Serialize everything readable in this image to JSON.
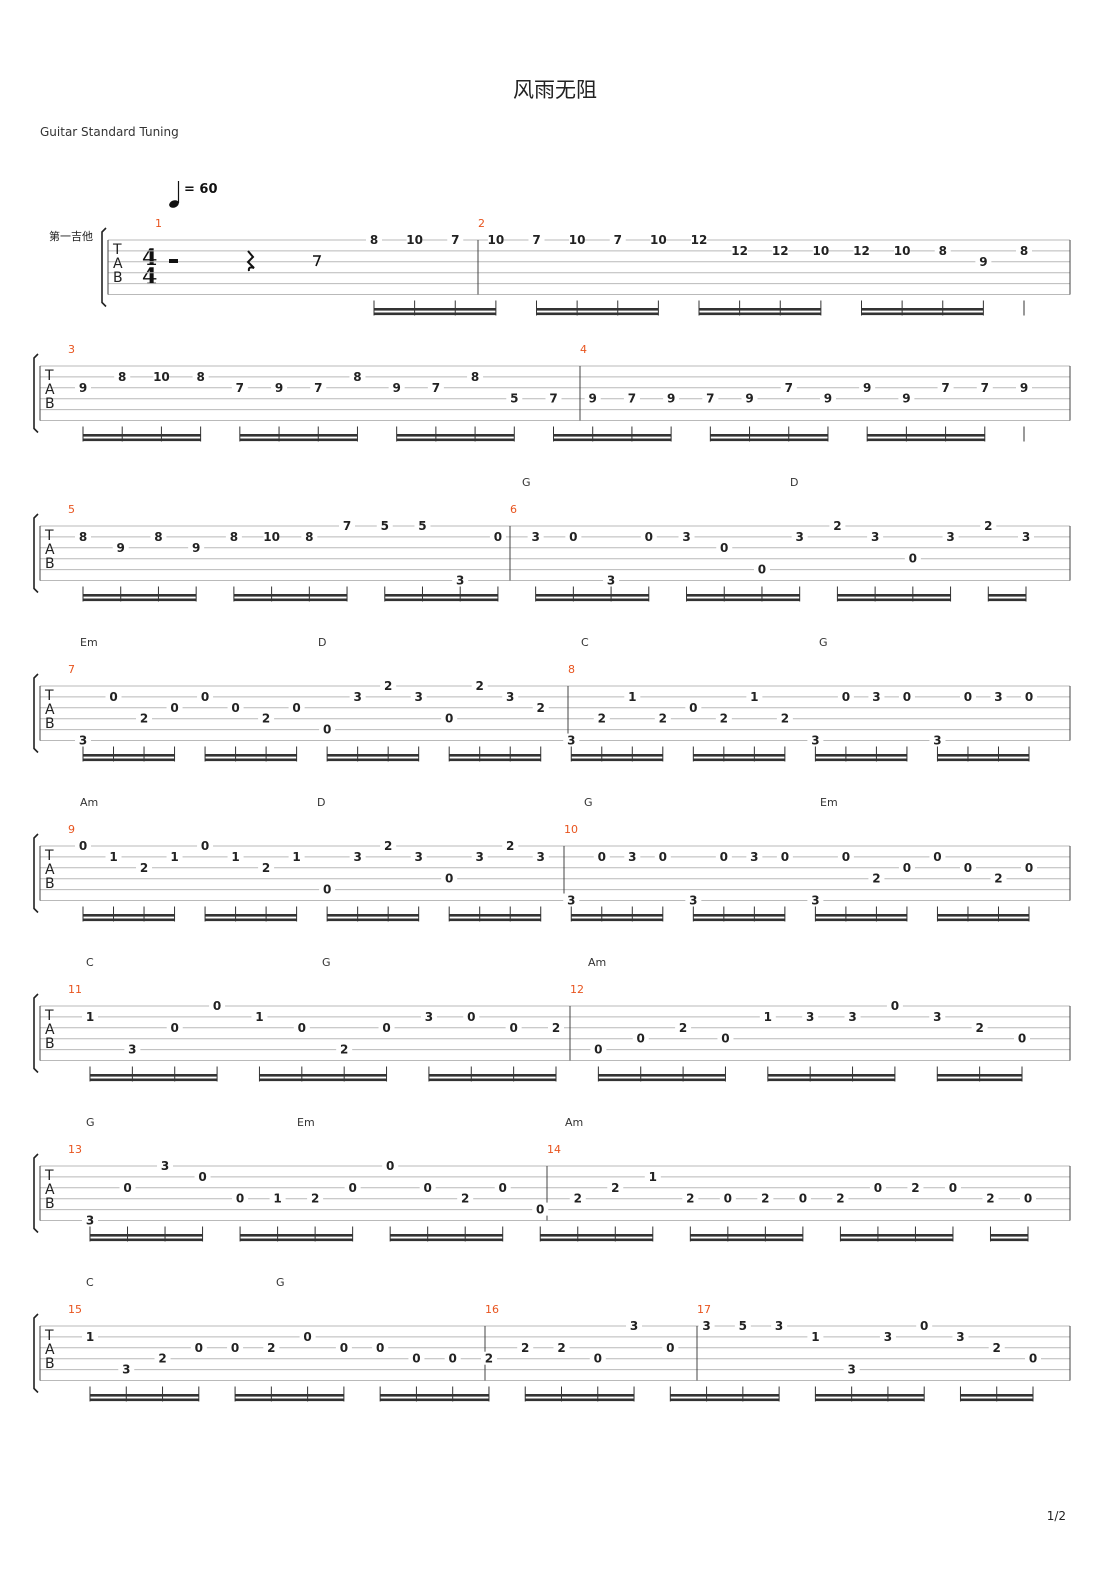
{
  "title": "风雨无阻",
  "tuning": "Guitar Standard Tuning",
  "instrument": "第一吉他",
  "tempo": "= 60",
  "time_signature": [
    "4",
    "4"
  ],
  "tab_letters": [
    "T",
    "A",
    "B"
  ],
  "page": "1/2",
  "systems": [
    {
      "measures": [
        1,
        2
      ],
      "chords": [],
      "notes": [
        {
          "s": 1,
          "f": "8"
        },
        {
          "s": 1,
          "f": "10"
        },
        {
          "s": 1,
          "f": "7"
        },
        {
          "s": 1,
          "f": "10"
        },
        {
          "s": 1,
          "f": "7"
        },
        {
          "s": 1,
          "f": "10"
        },
        {
          "s": 1,
          "f": "7"
        },
        {
          "s": 1,
          "f": "10"
        },
        {
          "s": 1,
          "f": "12"
        },
        {
          "s": 2,
          "f": "12"
        },
        {
          "s": 2,
          "f": "12"
        },
        {
          "s": 2,
          "f": "10"
        },
        {
          "s": 2,
          "f": "12"
        },
        {
          "s": 2,
          "f": "10"
        },
        {
          "s": 2,
          "f": "8"
        },
        {
          "s": 3,
          "f": "9"
        },
        {
          "s": 2,
          "f": "8"
        }
      ]
    },
    {
      "measures": [
        3,
        4
      ],
      "chords": [],
      "notes": [
        {
          "s": 3,
          "f": "9"
        },
        {
          "s": 2,
          "f": "8"
        },
        {
          "s": 2,
          "f": "10"
        },
        {
          "s": 2,
          "f": "8"
        },
        {
          "s": 3,
          "f": "7"
        },
        {
          "s": 3,
          "f": "9"
        },
        {
          "s": 3,
          "f": "7"
        },
        {
          "s": 2,
          "f": "8"
        },
        {
          "s": 3,
          "f": "9"
        },
        {
          "s": 3,
          "f": "7"
        },
        {
          "s": 2,
          "f": "8"
        },
        {
          "s": 4,
          "f": "5"
        },
        {
          "s": 4,
          "f": "7"
        },
        {
          "s": 4,
          "f": "9"
        },
        {
          "s": 4,
          "f": "7"
        },
        {
          "s": 4,
          "f": "9"
        },
        {
          "s": 4,
          "f": "7"
        },
        {
          "s": 4,
          "f": "9"
        },
        {
          "s": 3,
          "f": "7"
        },
        {
          "s": 4,
          "f": "9"
        },
        {
          "s": 3,
          "f": "9"
        },
        {
          "s": 4,
          "f": "9"
        },
        {
          "s": 3,
          "f": "7"
        },
        {
          "s": 3,
          "f": "7"
        },
        {
          "s": 3,
          "f": "9"
        }
      ]
    },
    {
      "measures": [
        5,
        6
      ],
      "chords": [
        "G",
        "D"
      ],
      "notes": [
        {
          "s": 2,
          "f": "8"
        },
        {
          "s": 3,
          "f": "9"
        },
        {
          "s": 2,
          "f": "8"
        },
        {
          "s": 3,
          "f": "9"
        },
        {
          "s": 2,
          "f": "8"
        },
        {
          "s": 2,
          "f": "10"
        },
        {
          "s": 2,
          "f": "8"
        },
        {
          "s": 1,
          "f": "7"
        },
        {
          "s": 1,
          "f": "5"
        },
        {
          "s": 1,
          "f": "5"
        },
        {
          "s": 6,
          "f": "3"
        },
        {
          "s": 2,
          "f": "0"
        },
        {
          "s": 2,
          "f": "3"
        },
        {
          "s": 2,
          "f": "0"
        },
        {
          "s": 6,
          "f": "3"
        },
        {
          "s": 2,
          "f": "0"
        },
        {
          "s": 2,
          "f": "3"
        },
        {
          "s": 3,
          "f": "0"
        },
        {
          "s": 5,
          "f": "0"
        },
        {
          "s": 2,
          "f": "3"
        },
        {
          "s": 1,
          "f": "2"
        },
        {
          "s": 2,
          "f": "3"
        },
        {
          "s": 4,
          "f": "0"
        },
        {
          "s": 2,
          "f": "3"
        },
        {
          "s": 1,
          "f": "2"
        },
        {
          "s": 2,
          "f": "3"
        }
      ]
    },
    {
      "measures": [
        7,
        8
      ],
      "chords": [
        "Em",
        "D",
        "C",
        "G"
      ],
      "notes": [
        {
          "s": 6,
          "f": "3"
        },
        {
          "s": 2,
          "f": "0"
        },
        {
          "s": 4,
          "f": "2"
        },
        {
          "s": 3,
          "f": "0"
        },
        {
          "s": 2,
          "f": "0"
        },
        {
          "s": 3,
          "f": "0"
        },
        {
          "s": 4,
          "f": "2"
        },
        {
          "s": 3,
          "f": "0"
        },
        {
          "s": 5,
          "f": "0"
        },
        {
          "s": 2,
          "f": "3"
        },
        {
          "s": 1,
          "f": "2"
        },
        {
          "s": 2,
          "f": "3"
        },
        {
          "s": 4,
          "f": "0"
        },
        {
          "s": 1,
          "f": "2"
        },
        {
          "s": 2,
          "f": "3"
        },
        {
          "s": 3,
          "f": "2"
        },
        {
          "s": 6,
          "f": "3"
        },
        {
          "s": 4,
          "f": "2"
        },
        {
          "s": 2,
          "f": "1"
        },
        {
          "s": 4,
          "f": "2"
        },
        {
          "s": 3,
          "f": "0"
        },
        {
          "s": 4,
          "f": "2"
        },
        {
          "s": 2,
          "f": "1"
        },
        {
          "s": 4,
          "f": "2"
        },
        {
          "s": 6,
          "f": "3"
        },
        {
          "s": 2,
          "f": "0"
        },
        {
          "s": 2,
          "f": "3"
        },
        {
          "s": 2,
          "f": "0"
        },
        {
          "s": 6,
          "f": "3"
        },
        {
          "s": 2,
          "f": "0"
        },
        {
          "s": 2,
          "f": "3"
        },
        {
          "s": 2,
          "f": "0"
        }
      ]
    },
    {
      "measures": [
        9,
        10
      ],
      "chords": [
        "Am",
        "D",
        "G",
        "Em"
      ],
      "notes": [
        {
          "s": 1,
          "f": "0"
        },
        {
          "s": 2,
          "f": "1"
        },
        {
          "s": 3,
          "f": "2"
        },
        {
          "s": 2,
          "f": "1"
        },
        {
          "s": 1,
          "f": "0"
        },
        {
          "s": 2,
          "f": "1"
        },
        {
          "s": 3,
          "f": "2"
        },
        {
          "s": 2,
          "f": "1"
        },
        {
          "s": 5,
          "f": "0"
        },
        {
          "s": 2,
          "f": "3"
        },
        {
          "s": 1,
          "f": "2"
        },
        {
          "s": 2,
          "f": "3"
        },
        {
          "s": 4,
          "f": "0"
        },
        {
          "s": 2,
          "f": "3"
        },
        {
          "s": 1,
          "f": "2"
        },
        {
          "s": 2,
          "f": "3"
        },
        {
          "s": 6,
          "f": "3"
        },
        {
          "s": 2,
          "f": "0"
        },
        {
          "s": 2,
          "f": "3"
        },
        {
          "s": 2,
          "f": "0"
        },
        {
          "s": 6,
          "f": "3"
        },
        {
          "s": 2,
          "f": "0"
        },
        {
          "s": 2,
          "f": "3"
        },
        {
          "s": 2,
          "f": "0"
        },
        {
          "s": 6,
          "f": "3"
        },
        {
          "s": 2,
          "f": "0"
        },
        {
          "s": 4,
          "f": "2"
        },
        {
          "s": 3,
          "f": "0"
        },
        {
          "s": 2,
          "f": "0"
        },
        {
          "s": 3,
          "f": "0"
        },
        {
          "s": 4,
          "f": "2"
        },
        {
          "s": 3,
          "f": "0"
        }
      ]
    },
    {
      "measures": [
        11,
        12
      ],
      "chords": [
        "C",
        "G",
        "Am"
      ],
      "notes": [
        {
          "s": 2,
          "f": "1"
        },
        {
          "s": 5,
          "f": "3"
        },
        {
          "s": 3,
          "f": "0"
        },
        {
          "s": 1,
          "f": "0"
        },
        {
          "s": 2,
          "f": "1"
        },
        {
          "s": 3,
          "f": "0"
        },
        {
          "s": 5,
          "f": "2"
        },
        {
          "s": 3,
          "f": "0"
        },
        {
          "s": 2,
          "f": "3"
        },
        {
          "s": 2,
          "f": "0"
        },
        {
          "s": 3,
          "f": "0"
        },
        {
          "s": 3,
          "f": "2"
        },
        {
          "s": 5,
          "f": "0"
        },
        {
          "s": 4,
          "f": "0"
        },
        {
          "s": 3,
          "f": "2"
        },
        {
          "s": 4,
          "f": "0"
        },
        {
          "s": 2,
          "f": "1"
        },
        {
          "s": 2,
          "f": "3"
        },
        {
          "s": 2,
          "f": "3"
        },
        {
          "s": 1,
          "f": "0"
        },
        {
          "s": 2,
          "f": "3"
        },
        {
          "s": 3,
          "f": "2"
        },
        {
          "s": 4,
          "f": "0"
        }
      ]
    },
    {
      "measures": [
        13,
        14
      ],
      "chords": [
        "G",
        "Em",
        "Am"
      ],
      "notes": [
        {
          "s": 6,
          "f": "3"
        },
        {
          "s": 3,
          "f": "0"
        },
        {
          "s": 1,
          "f": "3"
        },
        {
          "s": 2,
          "f": "0"
        },
        {
          "s": 4,
          "f": "0"
        },
        {
          "s": 4,
          "f": "1"
        },
        {
          "s": 4,
          "f": "2"
        },
        {
          "s": 3,
          "f": "0"
        },
        {
          "s": 1,
          "f": "0"
        },
        {
          "s": 3,
          "f": "0"
        },
        {
          "s": 4,
          "f": "2"
        },
        {
          "s": 3,
          "f": "0"
        },
        {
          "s": 5,
          "f": "0"
        },
        {
          "s": 4,
          "f": "2"
        },
        {
          "s": 3,
          "f": "2"
        },
        {
          "s": 2,
          "f": "1"
        },
        {
          "s": 4,
          "f": "2"
        },
        {
          "s": 4,
          "f": "0"
        },
        {
          "s": 4,
          "f": "2"
        },
        {
          "s": 4,
          "f": "0"
        },
        {
          "s": 4,
          "f": "2"
        },
        {
          "s": 3,
          "f": "0"
        },
        {
          "s": 3,
          "f": "2"
        },
        {
          "s": 3,
          "f": "0"
        },
        {
          "s": 4,
          "f": "2"
        },
        {
          "s": 4,
          "f": "0"
        }
      ]
    },
    {
      "measures": [
        15,
        16,
        17
      ],
      "chords": [
        "C",
        "G"
      ],
      "notes": [
        {
          "s": 2,
          "f": "1"
        },
        {
          "s": 5,
          "f": "3"
        },
        {
          "s": 4,
          "f": "2"
        },
        {
          "s": 3,
          "f": "0"
        },
        {
          "s": 3,
          "f": "0"
        },
        {
          "s": 3,
          "f": "2"
        },
        {
          "s": 2,
          "f": "0"
        },
        {
          "s": 3,
          "f": "0"
        },
        {
          "s": 3,
          "f": "0"
        },
        {
          "s": 4,
          "f": "0"
        },
        {
          "s": 4,
          "f": "0"
        },
        {
          "s": 4,
          "f": "2"
        },
        {
          "s": 3,
          "f": "2"
        },
        {
          "s": 3,
          "f": "2"
        },
        {
          "s": 4,
          "f": "0"
        },
        {
          "s": 1,
          "f": "3"
        },
        {
          "s": 3,
          "f": "0"
        },
        {
          "s": 1,
          "f": "3"
        },
        {
          "s": 1,
          "f": "5"
        },
        {
          "s": 1,
          "f": "3"
        },
        {
          "s": 2,
          "f": "1"
        },
        {
          "s": 5,
          "f": "3"
        },
        {
          "s": 2,
          "f": "3"
        },
        {
          "s": 1,
          "f": "0"
        },
        {
          "s": 2,
          "f": "3"
        },
        {
          "s": 3,
          "f": "2"
        },
        {
          "s": 4,
          "f": "0"
        }
      ]
    }
  ]
}
